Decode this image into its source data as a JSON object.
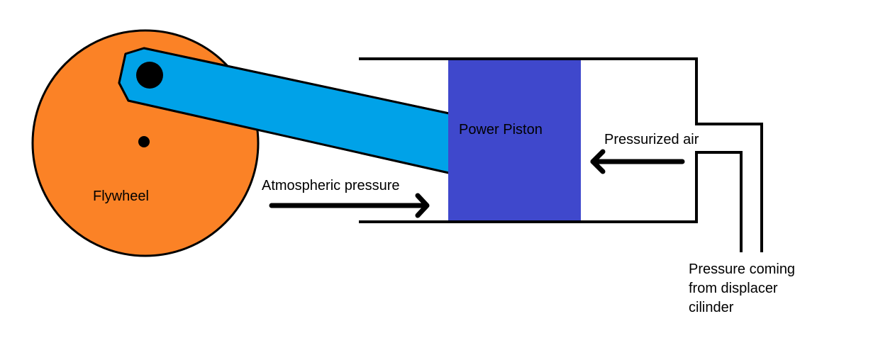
{
  "diagram": {
    "title": "Stirling engine power piston schematic",
    "colors": {
      "flywheel": "#fb8226",
      "connecting_rod": "#00a2e8",
      "piston": "#3f48cc",
      "outline": "#000000",
      "background": "#ffffff"
    },
    "labels": {
      "flywheel": "Flywheel",
      "piston": "Power Piston",
      "atmospheric": "Atmospheric pressure",
      "pressurized": "Pressurized air",
      "source_line1": "Pressure coming",
      "source_line2": "from displacer",
      "source_line3": "cilinder"
    },
    "arrows": [
      {
        "name": "atmospheric-pressure-arrow",
        "direction": "right"
      },
      {
        "name": "pressurized-air-arrow",
        "direction": "left"
      }
    ]
  }
}
